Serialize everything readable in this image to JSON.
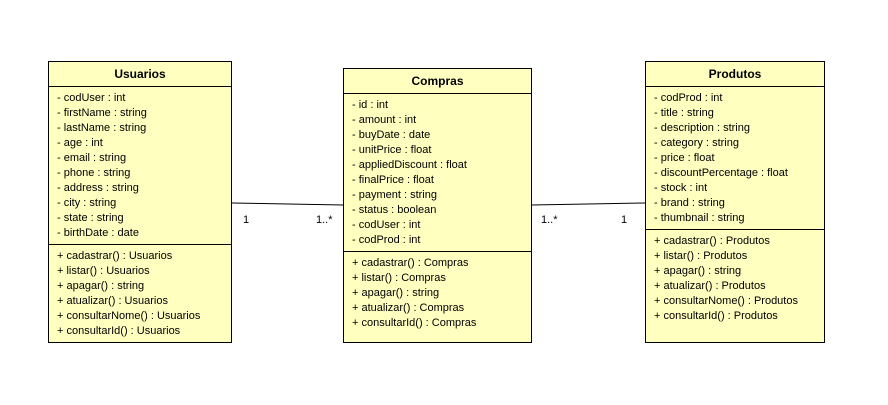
{
  "classes": {
    "usuarios": {
      "name": "Usuarios",
      "attributes": [
        "- codUser : int",
        "- firstName : string",
        "- lastName : string",
        "- age : int",
        "- email : string",
        "- phone : string",
        "- address : string",
        "- city : string",
        "- state : string",
        "- birthDate : date"
      ],
      "methods": [
        "+ cadastrar() : Usuarios",
        "+ listar() : Usuarios",
        "+ apagar() : string",
        "+ atualizar() : Usuarios",
        "+ consultarNome() : Usuarios",
        "+ consultarId() : Usuarios"
      ]
    },
    "compras": {
      "name": "Compras",
      "attributes": [
        "- id : int",
        "- amount : int",
        "- buyDate : date",
        "- unitPrice : float",
        "- appliedDiscount : float",
        "- finalPrice : float",
        "- payment : string",
        "- status : boolean",
        "- codUser : int",
        "- codProd : int"
      ],
      "methods": [
        "+ cadastrar() : Compras",
        "+ listar() : Compras",
        "+ apagar() : string",
        "+ atualizar() : Compras",
        "+ consultarId() : Compras"
      ]
    },
    "produtos": {
      "name": "Produtos",
      "attributes": [
        "- codProd : int",
        "- title : string",
        "- description : string",
        "- category : string",
        "- price : float",
        "- discountPercentage : float",
        "- stock : int",
        "- brand : string",
        "- thumbnail : string"
      ],
      "methods": [
        "+ cadastrar() : Produtos",
        "+ listar() : Produtos",
        "+ apagar() : string",
        "+ atualizar() : Produtos",
        "+ consultarNome() : Produtos",
        "+ consultarId() : Produtos"
      ]
    }
  },
  "associations": [
    {
      "from": "Usuarios",
      "to": "Compras",
      "from_multiplicity": "1",
      "to_multiplicity": "1..*"
    },
    {
      "from": "Compras",
      "to": "Produtos",
      "from_multiplicity": "1..*",
      "to_multiplicity": "1"
    }
  ]
}
